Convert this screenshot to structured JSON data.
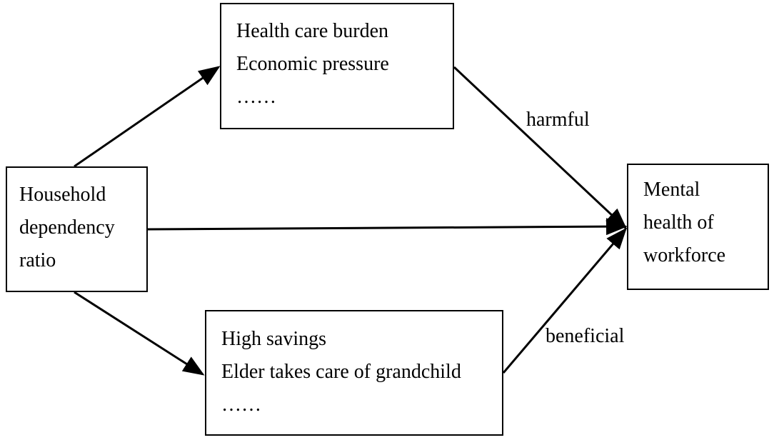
{
  "nodes": {
    "source": {
      "lines": [
        "Household",
        "dependency",
        "ratio"
      ]
    },
    "harmful_mechanisms": {
      "lines": [
        "Health care burden",
        "Economic pressure",
        "……"
      ]
    },
    "beneficial_mechanisms": {
      "lines": [
        "High savings",
        "Elder takes care of grandchild",
        "……"
      ]
    },
    "outcome": {
      "lines": [
        "Mental",
        "health of",
        "workforce"
      ]
    }
  },
  "edge_labels": {
    "harmful": "harmful",
    "beneficial": "beneficial"
  },
  "colors": {
    "stroke": "#000000",
    "background": "#ffffff"
  }
}
